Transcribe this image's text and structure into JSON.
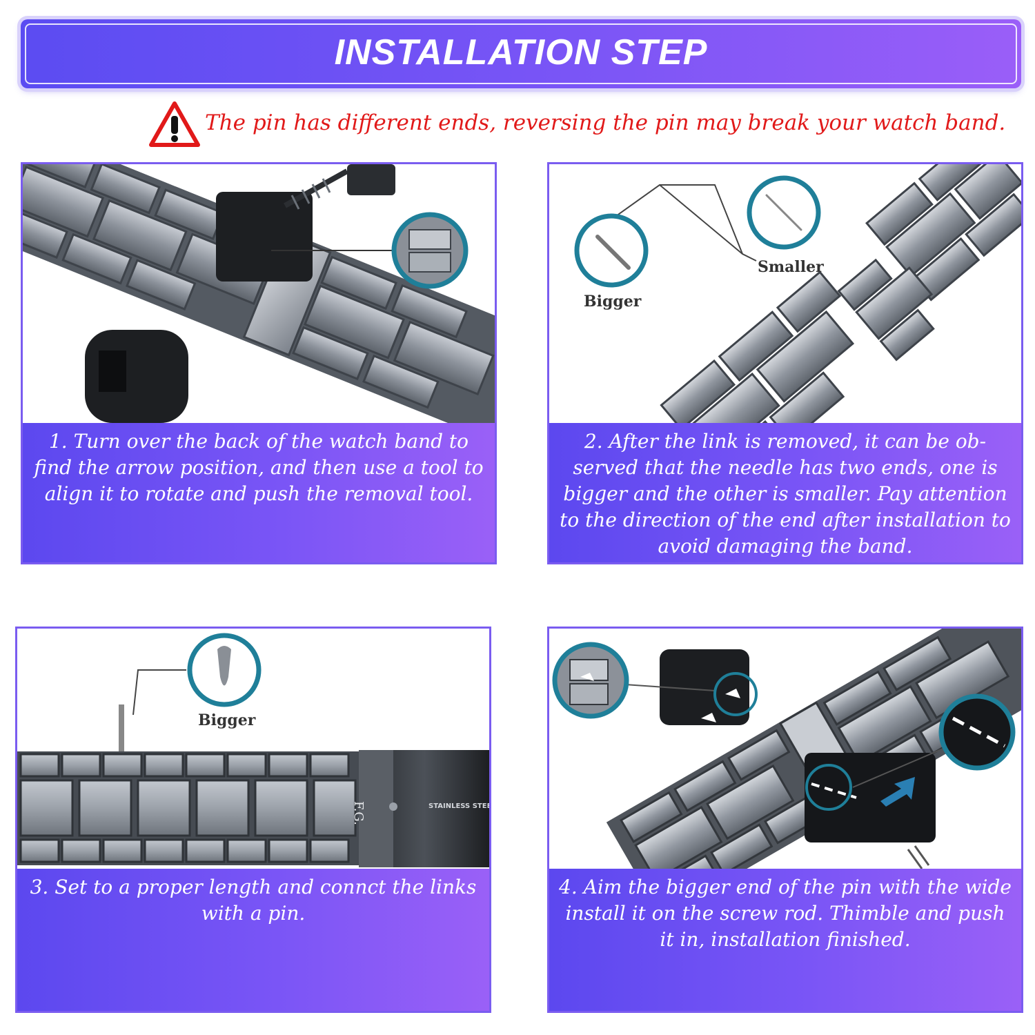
{
  "header": {
    "title": "INSTALLATION STEP"
  },
  "warning": {
    "text": "The pin has different ends, reversing the pin may break your watch band."
  },
  "steps": [
    {
      "caption": "1. Turn over the back of the watch band to find the arrow position, and then use a tool to align it to rotate and push the removal tool."
    },
    {
      "caption": "2. After the link is removed, it can be ob-served that the needle has two ends, one is bigger and the other is smaller. Pay attention to the direction of the end after installation to avoid damaging the band.",
      "labels": {
        "bigger": "Bigger",
        "smaller": "Smaller"
      }
    },
    {
      "caption": "3. Set to a proper length and connct the links with a pin.",
      "labels": {
        "bigger": "Bigger",
        "brand": "F.G.",
        "engraving": "STAINLESS STEEL"
      }
    },
    {
      "caption": "4. Aim the bigger end of the pin with the wide install it on the screw rod. Thimble and push it in, installation finished."
    }
  ],
  "colors": {
    "accent_start": "#5b4cf2",
    "accent_end": "#9a5ef8",
    "warning": "#e11919",
    "ring": "#1f7f99"
  }
}
